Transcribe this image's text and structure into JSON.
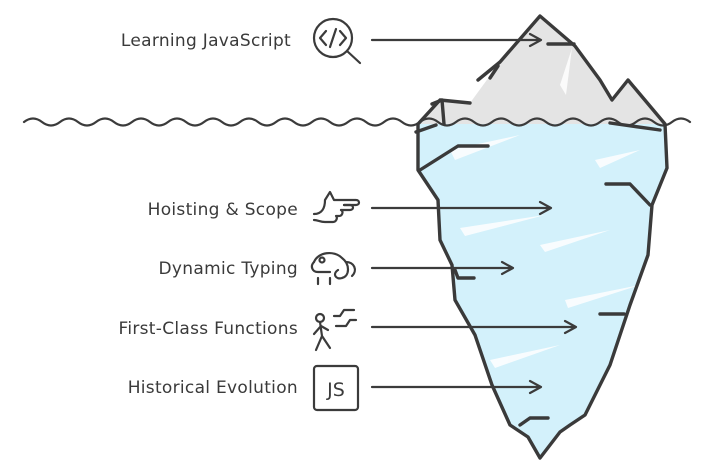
{
  "diagram": {
    "title": "",
    "layers": [
      {
        "zone": "above-water",
        "label": "Learning JavaScript",
        "icon": "code-search-icon"
      },
      {
        "zone": "below-water",
        "label": "Hoisting & Scope",
        "icon": "pointing-hand-icon"
      },
      {
        "zone": "below-water",
        "label": "Dynamic Typing",
        "icon": "chameleon-icon"
      },
      {
        "zone": "below-water",
        "label": "First-Class Functions",
        "icon": "walking-person-icon"
      },
      {
        "zone": "below-water",
        "label": "Historical Evolution",
        "icon": "js-logo-icon"
      }
    ],
    "colors": {
      "ink": "#3a3a3a",
      "iceberg_above": "#e4e4e4",
      "iceberg_below": "#d3f1fb",
      "background": "#ffffff"
    }
  }
}
